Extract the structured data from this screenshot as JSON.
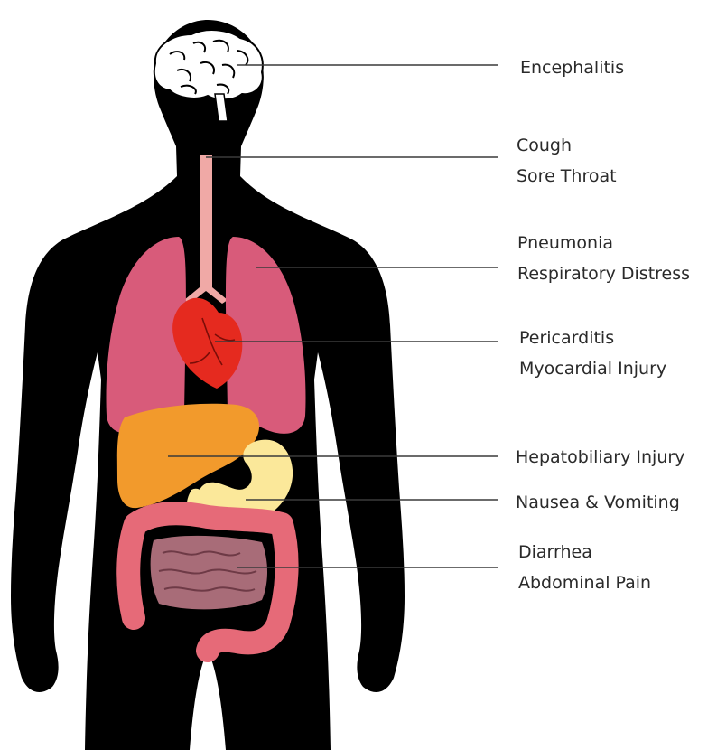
{
  "colors": {
    "silhouette": "#000000",
    "brain": "#ffffff",
    "trachea": "#f0a9a6",
    "lungs": "#d85b7a",
    "heart": "#e52a1f",
    "liver": "#f29a2c",
    "stomach": "#fbe89a",
    "large_intestine": "#e66a78",
    "small_intestine": "#a86c78",
    "leader_line": "#3a3a3a"
  },
  "organs": {
    "brain": {
      "name": "brain-icon",
      "labels": [
        "Encephalitis"
      ]
    },
    "trachea": {
      "name": "trachea-icon",
      "labels": [
        "Cough",
        "Sore Throat"
      ]
    },
    "lungs": {
      "name": "lungs-icon",
      "labels": [
        "Pneumonia",
        "Respiratory Distress"
      ]
    },
    "heart": {
      "name": "heart-icon",
      "labels": [
        "Pericarditis",
        "Myocardial Injury"
      ]
    },
    "liver": {
      "name": "liver-icon",
      "labels": [
        "Hepatobiliary Injury"
      ]
    },
    "stomach": {
      "name": "stomach-icon",
      "labels": [
        "Nausea & Vomiting"
      ]
    },
    "intestines": {
      "name": "intestines-icon",
      "labels": [
        "Diarrhea",
        "Abdominal Pain"
      ]
    }
  }
}
